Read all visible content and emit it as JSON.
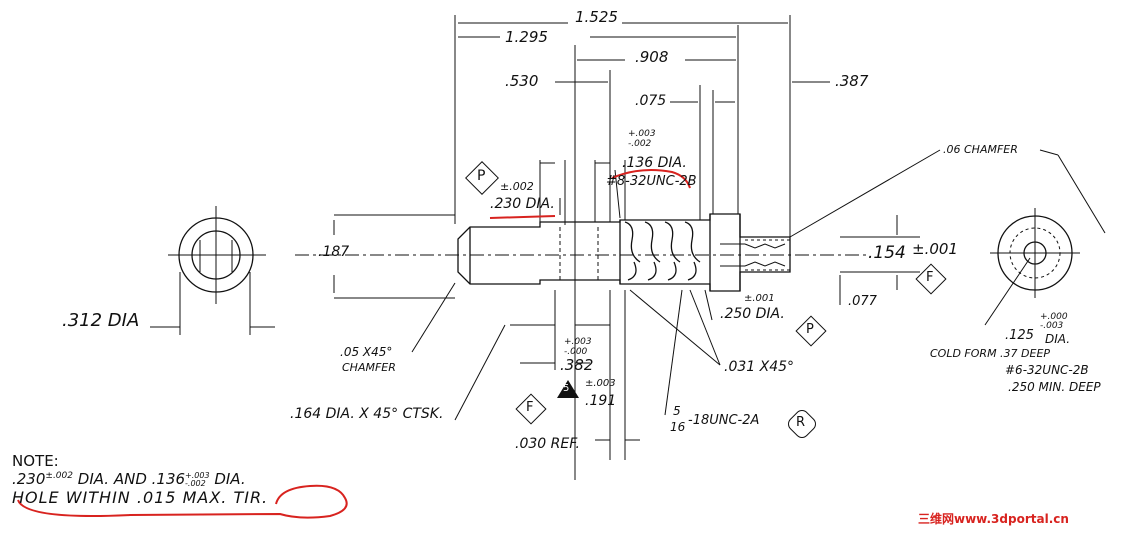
{
  "dimensions": {
    "d1525": "1.525",
    "d1295": "1.295",
    "d908": ".908",
    "d530": ".530",
    "d387": ".387",
    "d075": ".075",
    "tol136": [
      "+.003",
      "-.002"
    ],
    "d136": ".136 DIA.",
    "thread8": "#8-32UNC-2B",
    "tol230": "±.002",
    "d230": ".230 DIA.",
    "d187": ".187",
    "d154": ".154",
    "tol154": "±.001",
    "d06": ".06 CHAMFER",
    "d312": ".312 DIA",
    "d05": ".05 X45°",
    "chamfer": "CHAMFER",
    "tol250": "±.001",
    "d250": ".250 DIA.",
    "d077": ".077",
    "d031": ".031 X45°",
    "tol382": [
      "+.003",
      "-.000"
    ],
    "d382": ".382",
    "tol191": "±.003",
    "d191": ".191",
    "d164": ".164 DIA. X 45° CTSK.",
    "d030": ".030 REF.",
    "thread5_num": "5",
    "thread5_den": "16",
    "thread5": "-18UNC-2A",
    "tol125": [
      "+.000",
      "-.003"
    ],
    "d125": ".125",
    "dia": "DIA.",
    "coldform": "COLD FORM .37 DEEP",
    "thread6": "#6-32UNC-2B",
    "mindeep": ".250 MIN. DEEP"
  },
  "symbols": {
    "p1": "P",
    "p2": "P",
    "f1": "F",
    "f2": "F",
    "r1": "R",
    "s5": "5"
  },
  "note": {
    "label": "NOTE:",
    "line1a": ".230",
    "line1tol": "±.002",
    "line1b": "DIA.  AND .136",
    "line1tol2": [
      "+.003",
      "-.002"
    ],
    "line1c": "DIA.",
    "line2": "HOLE WITHIN .015 MAX. TIR."
  },
  "watermark": "三维网www.3dportal.cn",
  "colors": {
    "markup": "#d8231f",
    "ink": "#111111"
  }
}
